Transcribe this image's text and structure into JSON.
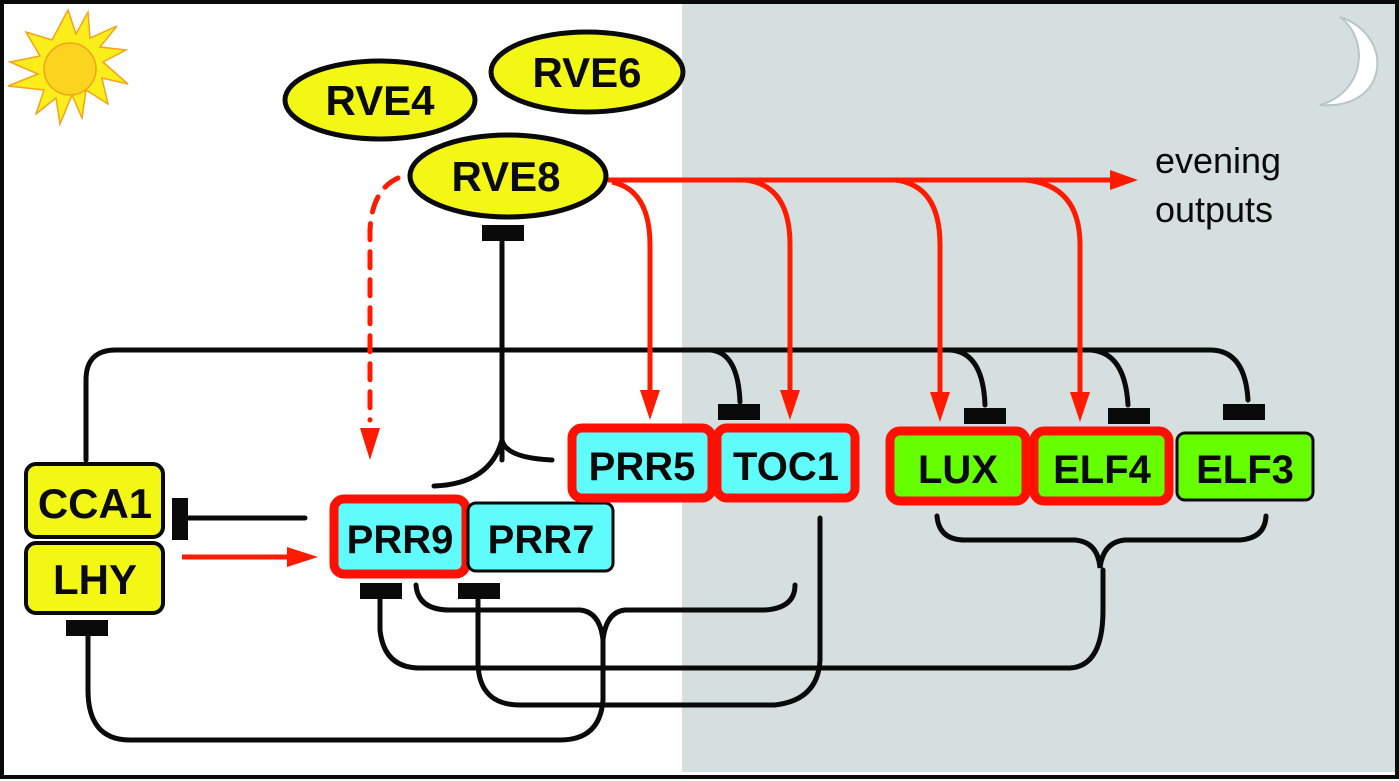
{
  "title": "Arabidopsis circadian clock network: RVE8 activation of evening genes",
  "colors": {
    "day_bg": "#ffffff",
    "night_bg": "#d6dfdf",
    "frame": "#0a0a0a",
    "activation": "#ff1a00",
    "repression": "#0a0a0a",
    "rve_fill": "#f2f714",
    "cca_fill": "#f2f714",
    "prr_fill": "#60fcfc",
    "ec_fill": "#66ff00",
    "highlight_border": "#ff1000"
  },
  "phases": {
    "day": "day",
    "night": "night"
  },
  "icons": {
    "day": "sun-icon",
    "night": "moon-icon"
  },
  "nodes": {
    "rve4": "RVE4",
    "rve6": "RVE6",
    "rve8": "RVE8",
    "cca1": "CCA1",
    "lhy": "LHY",
    "prr9": "PRR9",
    "prr7": "PRR7",
    "prr5": "PRR5",
    "toc1": "TOC1",
    "lux": "LUX",
    "elf4": "ELF4",
    "elf3": "ELF3"
  },
  "outputs": {
    "line1": "evening",
    "line2": "outputs"
  },
  "legend_semantics": {
    "arrow": "activation",
    "dashed_arrow": "indirect activation",
    "bar": "repression",
    "red_border": "RVE8 target"
  },
  "edges": [
    {
      "from": "RVE8",
      "to": "PRR9",
      "type": "activation",
      "style": "dashed"
    },
    {
      "from": "RVE8",
      "to": "PRR5",
      "type": "activation"
    },
    {
      "from": "RVE8",
      "to": "TOC1",
      "type": "activation"
    },
    {
      "from": "RVE8",
      "to": "LUX",
      "type": "activation"
    },
    {
      "from": "RVE8",
      "to": "ELF4",
      "type": "activation"
    },
    {
      "from": "RVE8",
      "to": "evening outputs",
      "type": "activation"
    },
    {
      "from": "CCA1/LHY",
      "to": "PRR9",
      "type": "activation"
    },
    {
      "from": "CCA1/LHY",
      "to": "TOC1",
      "type": "repression"
    },
    {
      "from": "CCA1/LHY",
      "to": "LUX",
      "type": "repression"
    },
    {
      "from": "CCA1/LHY",
      "to": "ELF4",
      "type": "repression"
    },
    {
      "from": "CCA1/LHY",
      "to": "ELF3",
      "type": "repression"
    },
    {
      "from": "PRR9/PRR7/PRR5",
      "to": "RVE8",
      "type": "repression"
    },
    {
      "from": "PRR9",
      "to": "CCA1",
      "type": "repression"
    },
    {
      "from": "PRR9/TOC1",
      "to": "PRR7",
      "type": "repression"
    },
    {
      "from": "LUX/ELF4/ELF3",
      "to": "PRR9",
      "type": "repression"
    },
    {
      "from": "TOC1",
      "to": "LHY",
      "type": "repression"
    }
  ]
}
